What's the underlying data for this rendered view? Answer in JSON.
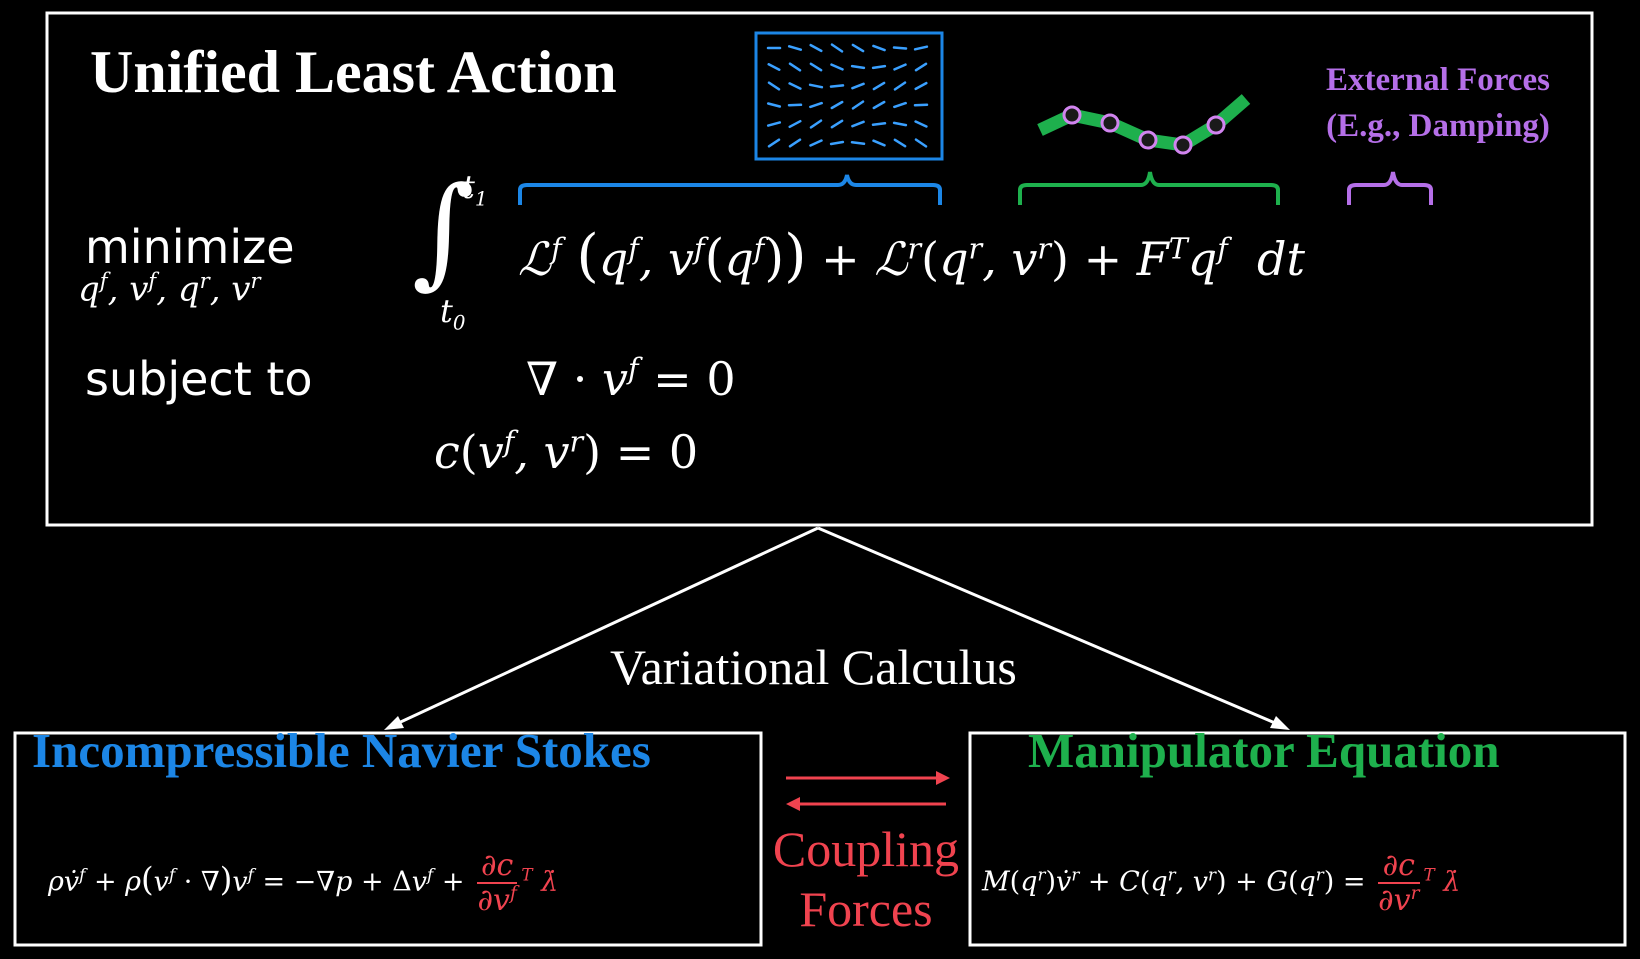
{
  "title": "Unified Least Action",
  "minimize_label": "minimize",
  "subject_to_label": "subject to",
  "external_forces": {
    "line1": "External Forces",
    "line2": "(E.g., Damping)"
  },
  "variational_calculus": "Variational Calculus",
  "navier_stokes": {
    "title": "Incompressible Navier Stokes"
  },
  "manipulator": {
    "title": "Manipulator Equation"
  },
  "coupling": {
    "line1": "Coupling",
    "line2": "Forces"
  },
  "colors": {
    "fluid_blue": "#1c86e6",
    "robot_green": "#1eb04d",
    "force_purple": "#b56fe8",
    "coupling_red": "#f0434f",
    "border_white": "#ffffff"
  }
}
